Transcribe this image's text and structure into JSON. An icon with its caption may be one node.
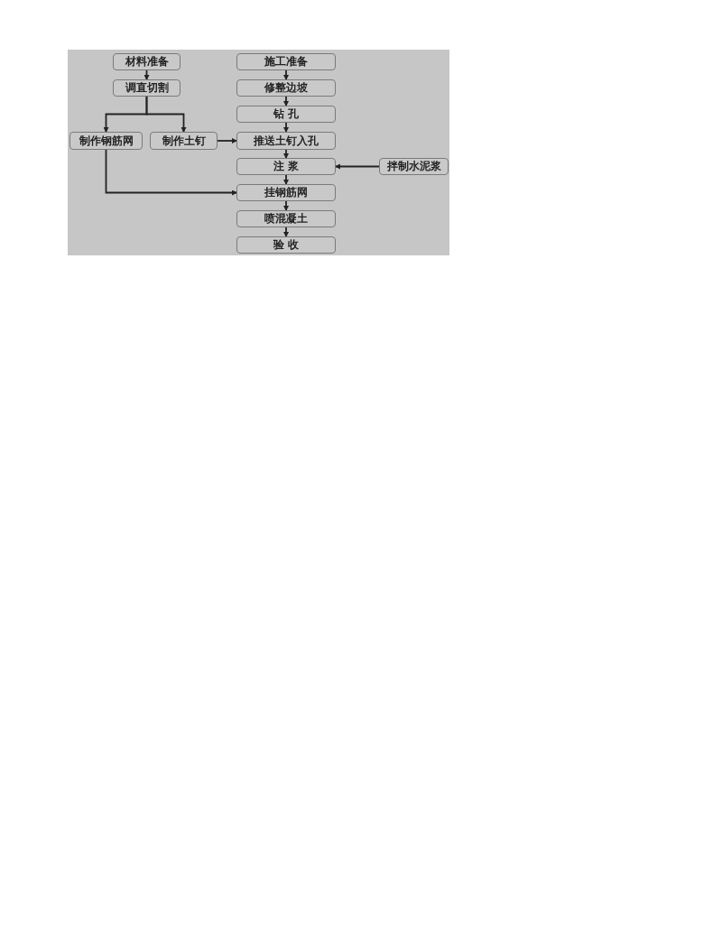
{
  "diagram": {
    "nodes": [
      {
        "text": [
          "材料准备"
        ]
      },
      {
        "text": [
          "调直切割"
        ]
      },
      {
        "text": [
          "制作钢筋网"
        ]
      },
      {
        "text": [
          "制作土钉"
        ]
      },
      {
        "text": [
          "施工准备"
        ]
      },
      {
        "text": [
          "修整边坡"
        ]
      },
      {
        "text": [
          "钻 孔"
        ]
      },
      {
        "text": [
          "推送土钉入孔"
        ]
      },
      {
        "text": [
          "注 浆"
        ]
      },
      {
        "text": [
          "拌制水泥浆"
        ]
      },
      {
        "text": [
          "挂钢筋网"
        ]
      },
      {
        "text": [
          "喷混凝土"
        ]
      },
      {
        "text": [
          "验 收"
        ]
      }
    ],
    "edges": [
      {
        "from": 0,
        "to": 1,
        "arrow": "to"
      },
      {
        "from": 1,
        "to": 2,
        "arrow": "to"
      },
      {
        "from": 1,
        "to": 3,
        "arrow": "to"
      },
      {
        "from": 3,
        "to": 7,
        "arrow": "to"
      },
      {
        "from": 4,
        "to": 5,
        "arrow": "to"
      },
      {
        "from": 5,
        "to": 6,
        "arrow": "to"
      },
      {
        "from": 6,
        "to": 7,
        "arrow": "to"
      },
      {
        "from": 7,
        "to": 8,
        "arrow": "to"
      },
      {
        "from": 9,
        "to": 8,
        "arrow": "to"
      },
      {
        "from": 8,
        "to": 10,
        "arrow": "to"
      },
      {
        "from": 2,
        "to": 10,
        "arrow": "to"
      },
      {
        "from": 10,
        "to": 11,
        "arrow": "to"
      },
      {
        "from": 11,
        "to": 12,
        "arrow": "to"
      }
    ]
  }
}
